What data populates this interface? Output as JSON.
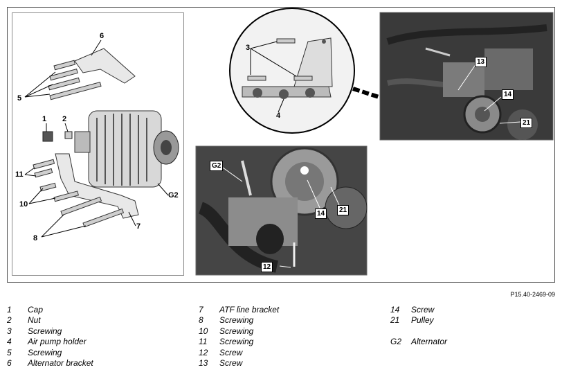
{
  "figure_id": "P15.40-2469-09",
  "callouts": {
    "n1": "1",
    "n2": "2",
    "n3": "3",
    "n4": "4",
    "n5": "5",
    "n6": "6",
    "n7": "7",
    "n8": "8",
    "n10": "10",
    "n11": "11",
    "n12": "12",
    "n13": "13",
    "n14": "14",
    "n21": "21",
    "g2": "G2"
  },
  "legend": {
    "col1": [
      {
        "num": "1",
        "label": "Cap"
      },
      {
        "num": "2",
        "label": "Nut"
      },
      {
        "num": "3",
        "label": "Screwing"
      },
      {
        "num": "4",
        "label": "Air pump holder"
      },
      {
        "num": "5",
        "label": "Screwing"
      },
      {
        "num": "6",
        "label": "Alternator bracket"
      }
    ],
    "col2": [
      {
        "num": "7",
        "label": "ATF line bracket"
      },
      {
        "num": "8",
        "label": "Screwing"
      },
      {
        "num": "10",
        "label": "Screwing"
      },
      {
        "num": "11",
        "label": "Screwing"
      },
      {
        "num": "12",
        "label": "Screw"
      },
      {
        "num": "13",
        "label": "Screw"
      }
    ],
    "col3": [
      {
        "num": "14",
        "label": "Screw"
      },
      {
        "num": "21",
        "label": "Pulley"
      },
      {
        "num": "",
        "label": ""
      },
      {
        "num": "G2",
        "label": "Alternator"
      },
      {
        "num": "",
        "label": ""
      },
      {
        "num": "",
        "label": ""
      }
    ]
  }
}
